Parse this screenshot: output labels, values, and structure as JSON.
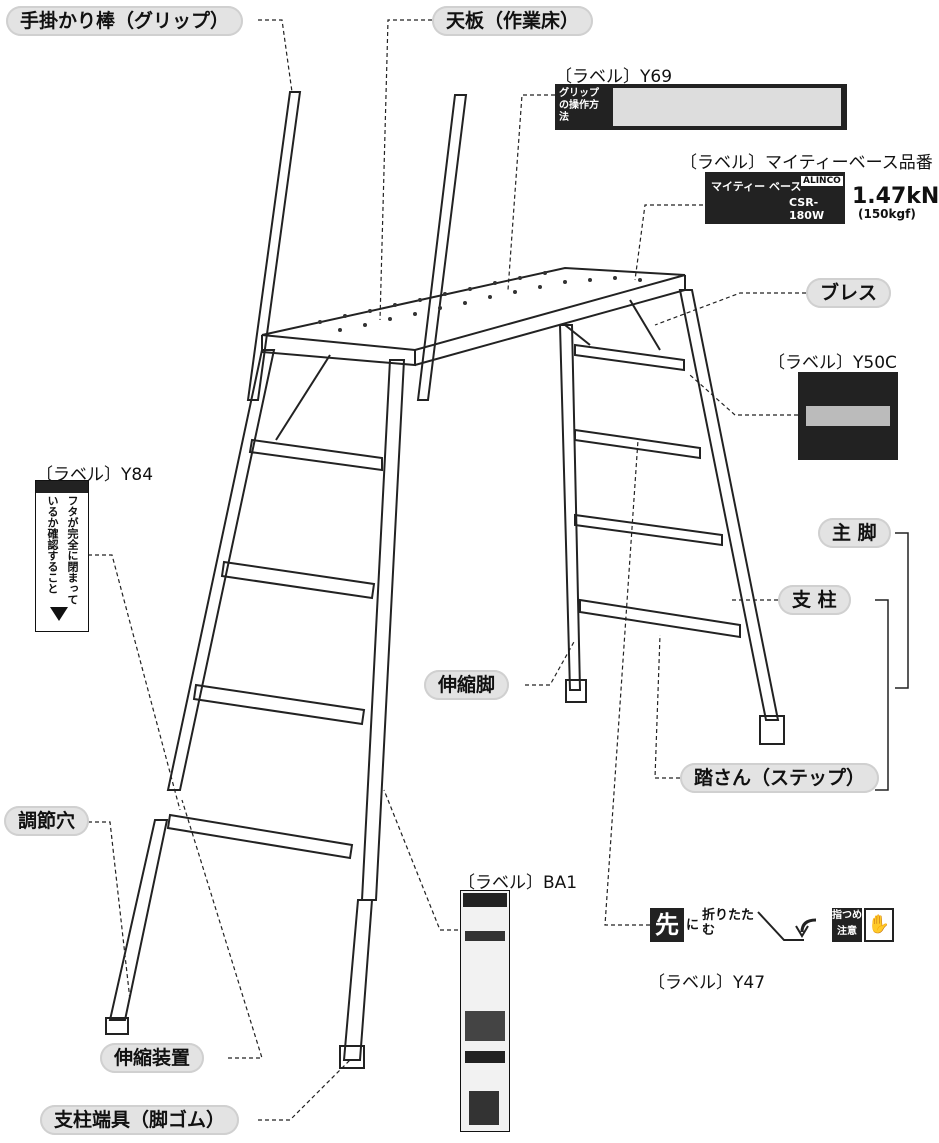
{
  "callouts": {
    "grip": "手掛かり棒（グリップ）",
    "top_plate": "天板（作業床）",
    "brace": "ブレス",
    "main_leg": "主 脚",
    "column": "支 柱",
    "telescopic_leg": "伸縮脚",
    "step": "踏さん（ステップ）",
    "adjust_hole": "調節穴",
    "telescopic_device": "伸縮装置",
    "foot_rubber": "支柱端具（脚ゴム）"
  },
  "labels": {
    "y69": "〔ラベル〕Y69",
    "mighty_base": "〔ラベル〕マイティーベース品番",
    "y50c": "〔ラベル〕Y50C",
    "y84": "〔ラベル〕Y84",
    "ba1": "〔ラベル〕BA1",
    "y47": "〔ラベル〕Y47"
  },
  "stickers": {
    "y69_title": "グリップの操作方法",
    "mighty_base_name": "マイティー ベース",
    "mighty_base_brand": "ALINCO",
    "mighty_base_model": "CSR-180W",
    "mighty_base_load": "1.47kN",
    "mighty_base_load_kgf": "(150kgf)",
    "y84_text": "フタが完全に閉まっているか確認すること",
    "y47_saki": "先",
    "y47_ni": "に",
    "y47_fold": "折りたたむ",
    "y47_caution": "指つめ注意"
  }
}
